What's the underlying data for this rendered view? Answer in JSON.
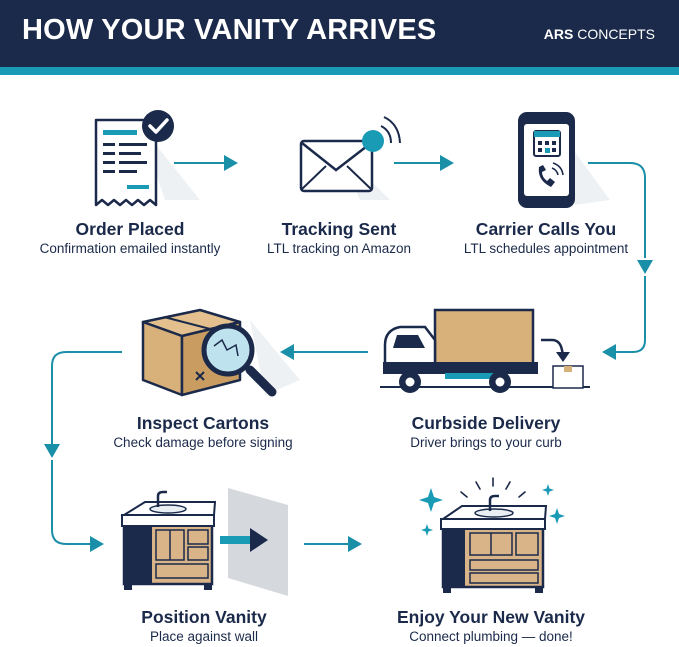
{
  "header": {
    "title": "HOW YOUR VANITY ARRIVES",
    "brand_strong": "ARS",
    "brand_rest": " CONCEPTS"
  },
  "colors": {
    "navy": "#1b2a4a",
    "teal": "#1a9bb5",
    "cardboard": "#d8b07a",
    "wood": "#d9b489"
  },
  "steps": [
    {
      "title": "Order Placed",
      "subtitle": "Confirmation emailed instantly",
      "icon": "receipt-check-icon"
    },
    {
      "title": "Tracking Sent",
      "subtitle": "LTL tracking on Amazon",
      "icon": "envelope-notification-icon"
    },
    {
      "title": "Carrier Calls You",
      "subtitle": "LTL schedules appointment",
      "icon": "phone-calendar-icon"
    },
    {
      "title": "Curbside Delivery",
      "subtitle": "Driver brings to your curb",
      "icon": "delivery-truck-icon"
    },
    {
      "title": "Inspect Cartons",
      "subtitle": "Check damage before signing",
      "icon": "box-magnifier-icon"
    },
    {
      "title": "Position Vanity",
      "subtitle": "Place against wall",
      "icon": "vanity-wall-icon"
    },
    {
      "title": "Enjoy Your New Vanity",
      "subtitle": "Connect plumbing — done!",
      "icon": "sparkling-vanity-icon"
    }
  ]
}
